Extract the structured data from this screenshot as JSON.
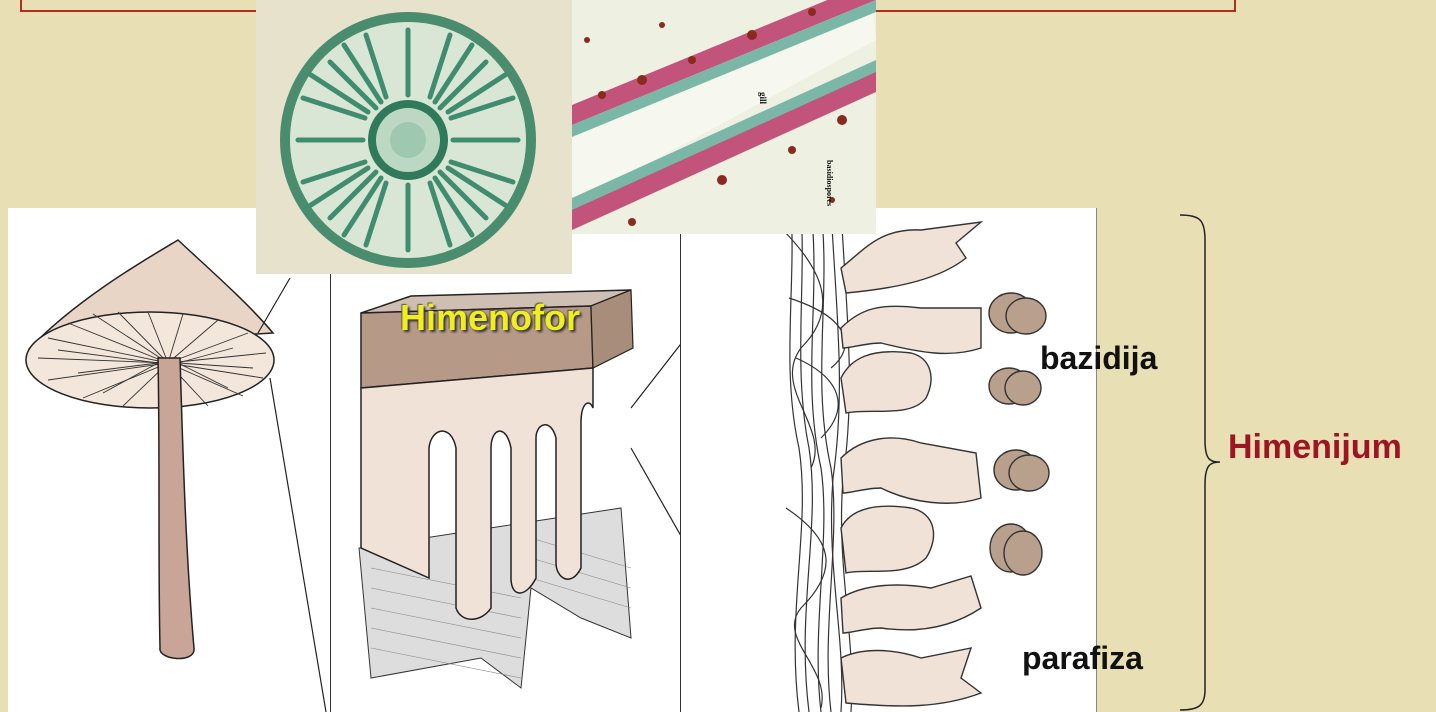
{
  "labels": {
    "himenofor": "Himenofor",
    "bazidija": "bazidija",
    "parafiza": "parafiza",
    "himenijum": "Himenijum"
  },
  "photo_gill": {
    "gill_text": "gill",
    "basidiospores_text": "basidiospores"
  },
  "colors": {
    "background": "#e8dfb4",
    "frame": "#b42b1f",
    "himenofor": "#f2ee1e",
    "himenijum": "#9c1523",
    "tissue": "#f0e2d6",
    "tissue_dark": "#b8a08c",
    "stain_green": "#3f8c6f",
    "stain_pink": "#c2537a"
  }
}
